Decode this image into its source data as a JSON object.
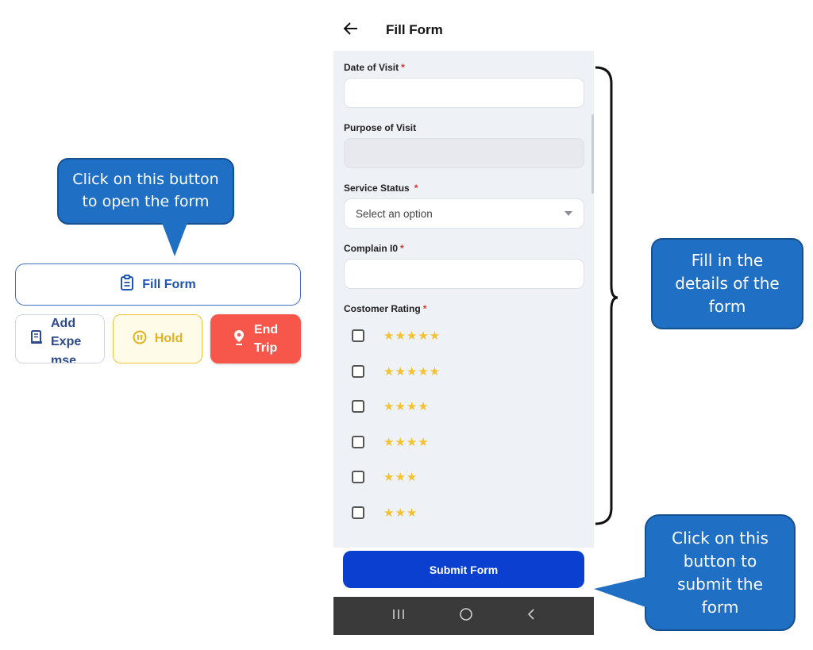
{
  "tutorial": {
    "open_form_hint": "Click on this button\nto open the form",
    "fill_details_hint": "Fill in the\ndetails of the\nform",
    "submit_hint": "Click on this\nbutton to\nsubmit the\nform"
  },
  "trip_actions": {
    "fill_form_label": "Fill Form",
    "add_expense_label": "Add\nExpe\nmse",
    "hold_label": "Hold",
    "end_trip_label": "End\nTrip"
  },
  "screen": {
    "title": "Fill Form"
  },
  "form": {
    "date_of_visit": {
      "label": "Date of Visit",
      "required_mark": "*",
      "value": ""
    },
    "purpose_of_visit": {
      "label": "Purpose of Visit",
      "value": ""
    },
    "service_status": {
      "label": "Service Status",
      "required_mark": "*",
      "placeholder": "Select an option"
    },
    "complain_id": {
      "label": "Complain I0",
      "required_mark": "*",
      "value": ""
    },
    "customer_rating": {
      "label": "Costomer Rating",
      "required_mark": "*",
      "options": [
        {
          "stars": 5,
          "checked": false
        },
        {
          "stars": 5,
          "checked": false
        },
        {
          "stars": 4,
          "checked": false
        },
        {
          "stars": 4,
          "checked": false
        },
        {
          "stars": 3,
          "checked": false
        },
        {
          "stars": 3,
          "checked": false
        }
      ]
    },
    "submit_label": "Submit Form"
  },
  "colors": {
    "primary": "#0a3fcf",
    "callout": "#1f6fc4",
    "end_trip": "#f7564a",
    "hold": "#f2c537",
    "star": "#f2c230",
    "required": "#d9342b"
  },
  "icons": {
    "back": "arrow-left-icon",
    "fill_form": "clipboard-icon",
    "add_expense": "receipt-icon",
    "hold": "pause-circle-icon",
    "end_trip": "location-pin-icon",
    "nav": [
      "recent-apps-icon",
      "home-icon",
      "nav-back-icon"
    ]
  }
}
